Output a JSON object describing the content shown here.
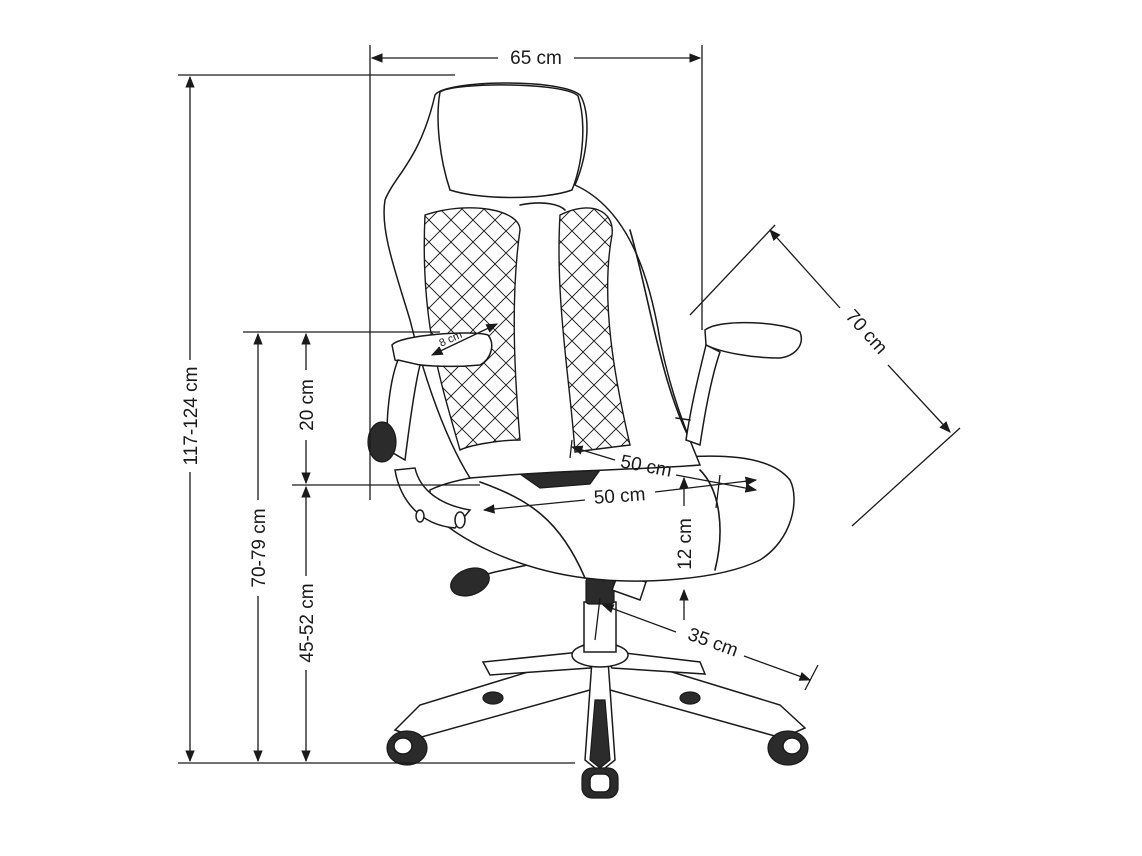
{
  "dimensions": {
    "overall_width": "65 cm",
    "overall_height": "117-124 cm",
    "armrest_height": "70-79 cm",
    "seat_height": "45-52 cm",
    "armrest_above_seat": "20 cm",
    "armrest_width": "8 cm",
    "backrest_width": "50 cm",
    "seat_width": "50 cm",
    "seat_depth_diagonal": "70 cm",
    "seat_thickness": "12 cm",
    "base_radius": "35 cm"
  }
}
